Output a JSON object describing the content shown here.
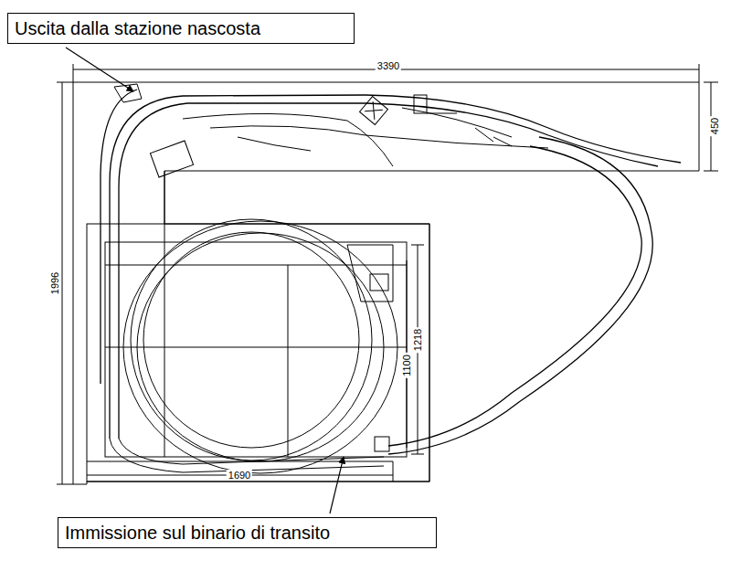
{
  "diagram": {
    "nodes": [
      {
        "text": [
          "Uscita dalla stazione nascosta"
        ]
      },
      {
        "text": [
          "Immissione sul binario di transito"
        ]
      }
    ],
    "labels": [
      "3390",
      "450",
      "1996",
      "1218",
      "1100",
      "1690"
    ]
  }
}
